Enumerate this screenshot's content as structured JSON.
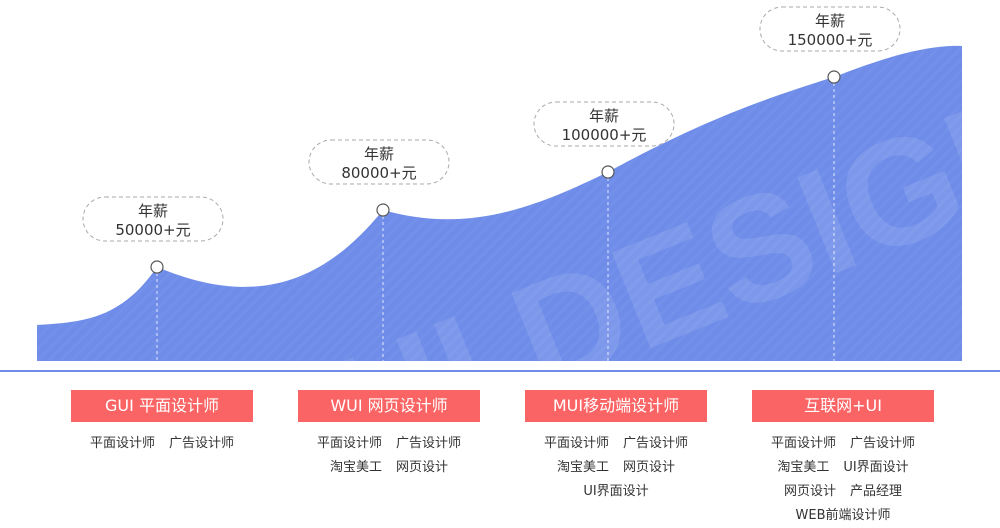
{
  "colors": {
    "area": "#6e8ce8",
    "area_stripe": "#7a97ee",
    "baseline": "#6e8ce8",
    "title_box": "#fb6464",
    "bubble_border": "#aaaaaa",
    "watermark": "#ffffff"
  },
  "watermark_text": "UI DESIGNER",
  "chart_data": {
    "type": "area",
    "x": [
      "GUI 平面设计师",
      "WUI 网页设计师",
      "MUI移动端设计师",
      "互联网+UI"
    ],
    "values": [
      50000,
      80000,
      100000,
      150000
    ],
    "annotations": [
      {
        "line1": "年薪",
        "line2": "50000+元"
      },
      {
        "line1": "年薪",
        "line2": "80000+元"
      },
      {
        "line1": "年薪",
        "line2": "100000+元"
      },
      {
        "line1": "年薪",
        "line2": "150000+元"
      }
    ]
  },
  "categories": [
    {
      "title": "GUI 平面设计师",
      "skills": [
        [
          "平面设计师",
          "广告设计师"
        ]
      ]
    },
    {
      "title": "WUI 网页设计师",
      "skills": [
        [
          "平面设计师",
          "广告设计师"
        ],
        [
          "淘宝美工",
          "网页设计"
        ]
      ]
    },
    {
      "title": "MUI移动端设计师",
      "skills": [
        [
          "平面设计师",
          "广告设计师"
        ],
        [
          "淘宝美工",
          "网页设计"
        ],
        [
          "UI界面设计"
        ]
      ]
    },
    {
      "title": "互联网+UI",
      "skills": [
        [
          "平面设计师",
          "广告设计师"
        ],
        [
          "淘宝美工",
          "UI界面设计"
        ],
        [
          "网页设计",
          "产品经理"
        ],
        [
          "WEB前端设计师"
        ]
      ]
    }
  ]
}
